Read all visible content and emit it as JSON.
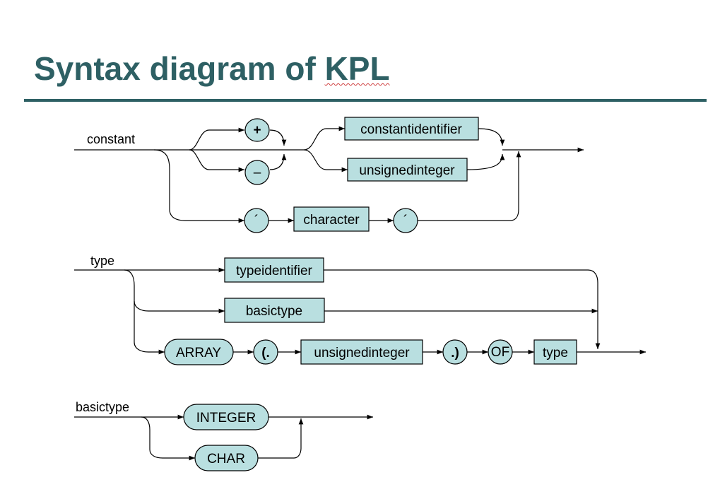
{
  "title": {
    "prefix": "Syntax diagram of ",
    "underlined": "KPL"
  },
  "rules": {
    "constant": {
      "name": "constant",
      "plus": "+",
      "minus": "–",
      "constantidentifier": "constantidentifier",
      "unsignedinteger": "unsignedinteger",
      "quote_open": "´",
      "character": "character",
      "quote_close": "´"
    },
    "type": {
      "name": "type",
      "typeidentifier": "typeidentifier",
      "basictype": "basictype",
      "array": "ARRAY",
      "lbracket": "(.",
      "unsignedinteger": "unsignedinteger",
      "rbracket": ".)",
      "of": "OF",
      "type_ref": "type"
    },
    "basictype": {
      "name": "basictype",
      "integer": "INTEGER",
      "char": "CHAR"
    }
  },
  "colors": {
    "title": "#2e6064",
    "box_fill": "#b9dfe0",
    "squiggle": "#d04040"
  }
}
